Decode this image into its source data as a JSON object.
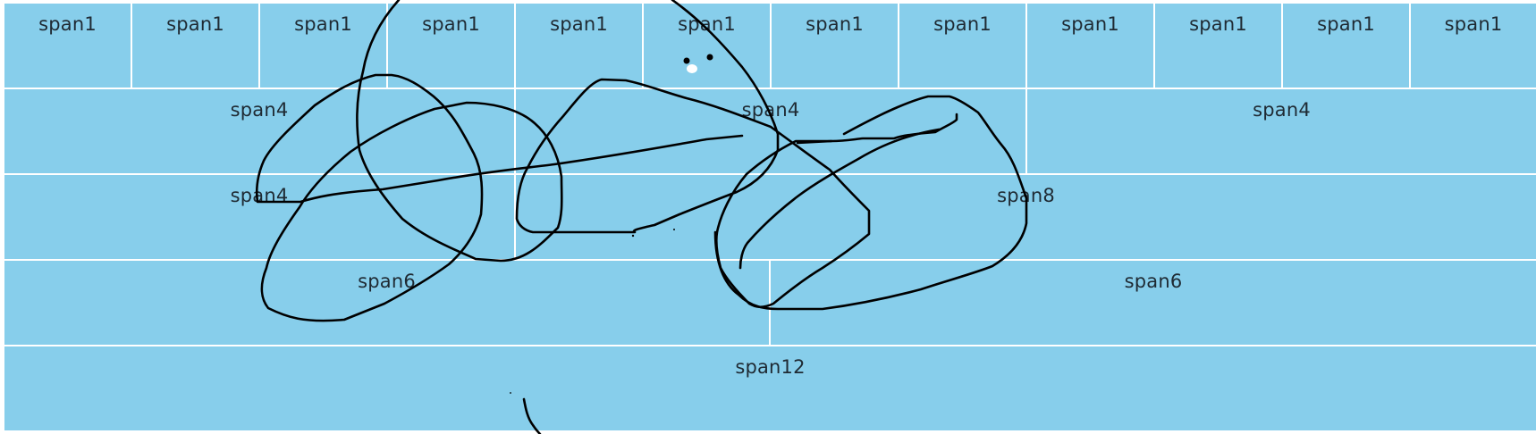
{
  "rows": [
    {
      "cells": [
        {
          "label": "span1"
        },
        {
          "label": "span1"
        },
        {
          "label": "span1"
        },
        {
          "label": "span1"
        },
        {
          "label": "span1"
        },
        {
          "label": "span1"
        },
        {
          "label": "span1"
        },
        {
          "label": "span1"
        },
        {
          "label": "span1"
        },
        {
          "label": "span1"
        },
        {
          "label": "span1"
        },
        {
          "label": "span1"
        }
      ]
    },
    {
      "cells": [
        {
          "label": "span4"
        },
        {
          "label": "span4"
        },
        {
          "label": "span4"
        }
      ]
    },
    {
      "cells": [
        {
          "label": "span4"
        },
        {
          "label": "span8"
        }
      ]
    },
    {
      "cells": [
        {
          "label": "span6"
        },
        {
          "label": "span6"
        }
      ]
    },
    {
      "cells": [
        {
          "label": "span12"
        }
      ]
    }
  ],
  "colors": {
    "cell_background": "#87ceeb",
    "gutter": "#ffffff",
    "label_text": "#1f2a33",
    "ink": "#000000"
  }
}
